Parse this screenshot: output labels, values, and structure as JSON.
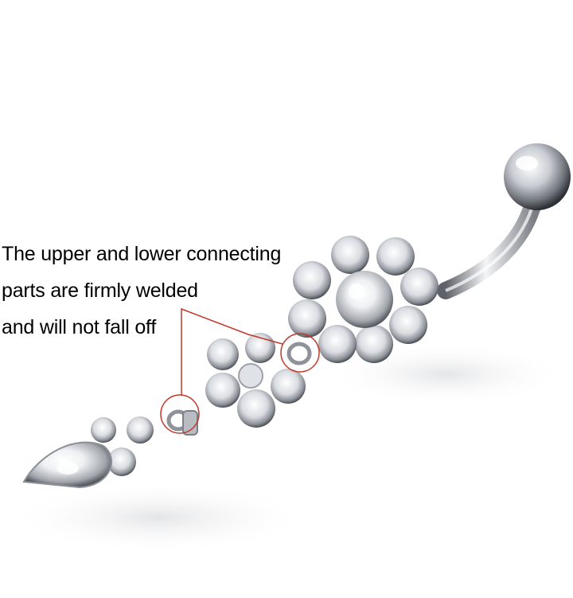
{
  "annotation": {
    "lines": [
      "The upper and lower connecting",
      "parts are firmly welded",
      "and will not fall off"
    ]
  },
  "colors": {
    "background": "#ffffff",
    "callout": "#c0392b",
    "metal": "#c9ccd1"
  }
}
